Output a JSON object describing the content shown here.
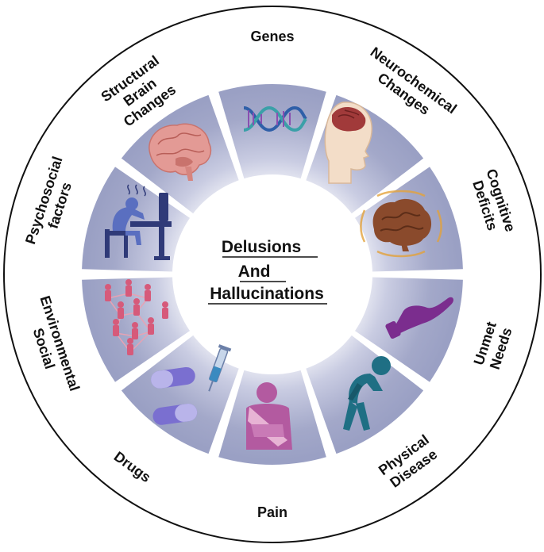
{
  "center": {
    "lines": [
      "Delusions",
      "And",
      "Hallucinations"
    ]
  },
  "segments": [
    {
      "key": "genes",
      "label_lines": [
        "Genes"
      ],
      "icon": "dna-helix-icon"
    },
    {
      "key": "neurochemical",
      "label_lines": [
        "Neurochemical",
        "Changes"
      ],
      "icon": "head-brain-profile-icon"
    },
    {
      "key": "cognitive",
      "label_lines": [
        "Cognitive",
        "Deficits"
      ],
      "icon": "brain-glow-icon"
    },
    {
      "key": "unmet",
      "label_lines": [
        "Unmet",
        "Needs"
      ],
      "icon": "open-hand-icon"
    },
    {
      "key": "physical",
      "label_lines": [
        "Physical",
        "Disease"
      ],
      "icon": "hunched-person-icon"
    },
    {
      "key": "pain",
      "label_lines": [
        "Pain"
      ],
      "icon": "arm-sling-icon"
    },
    {
      "key": "drugs",
      "label_lines": [
        "Drugs"
      ],
      "icon": "pills-syringe-icon"
    },
    {
      "key": "environmental",
      "label_lines": [
        "Environmental",
        "Social"
      ],
      "icon": "people-network-icon"
    },
    {
      "key": "psychosocial",
      "label_lines": [
        "Psychosocial",
        "factors"
      ],
      "icon": "stressed-person-desk-icon"
    },
    {
      "key": "structural",
      "label_lines": [
        "Structural",
        "Brain",
        "Changes"
      ],
      "icon": "brain-sagittal-icon"
    }
  ],
  "colors": {
    "segment_fill": "#a3a8c9",
    "segment_highlight": "#ffffff",
    "ring_stroke": "#111111",
    "icon_purple": "#7b2d8e",
    "icon_teal": "#1f6f84",
    "icon_navy": "#2f3a78",
    "icon_pink": "#d65a7a",
    "brain_pink": "#e39a95"
  }
}
